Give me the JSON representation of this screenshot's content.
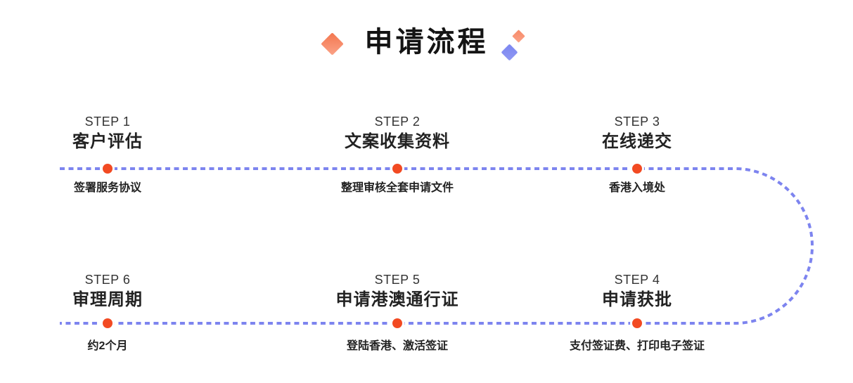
{
  "page": {
    "title": "申请流程"
  },
  "colors": {
    "line": "#7d84ef",
    "dot": "#f24a22",
    "coral-dark": "#f3764e",
    "coral-light": "#fba287",
    "coral-small": "#f78a68",
    "purple": "#7b86f0",
    "ink": "#141414",
    "step-label": "#333333",
    "step-name": "#222222",
    "desc": "#222222"
  },
  "flow": {
    "rows": [
      {
        "steps": [
          {
            "label": "STEP 1",
            "name": "客户评估",
            "desc": "签署服务协议"
          },
          {
            "label": "STEP 2",
            "name": "文案收集资料",
            "desc": "整理审核全套申请文件"
          },
          {
            "label": "STEP 3",
            "name": "在线递交",
            "desc": "香港入境处"
          }
        ]
      },
      {
        "steps": [
          {
            "label": "STEP 6",
            "name": "审理周期",
            "desc": "约2个月"
          },
          {
            "label": "STEP 5",
            "name": "申请港澳通行证",
            "desc": "登陆香港、激活签证"
          },
          {
            "label": "STEP 4",
            "name": "申请获批",
            "desc": "支付签证费、打印电子签证"
          }
        ]
      }
    ]
  }
}
